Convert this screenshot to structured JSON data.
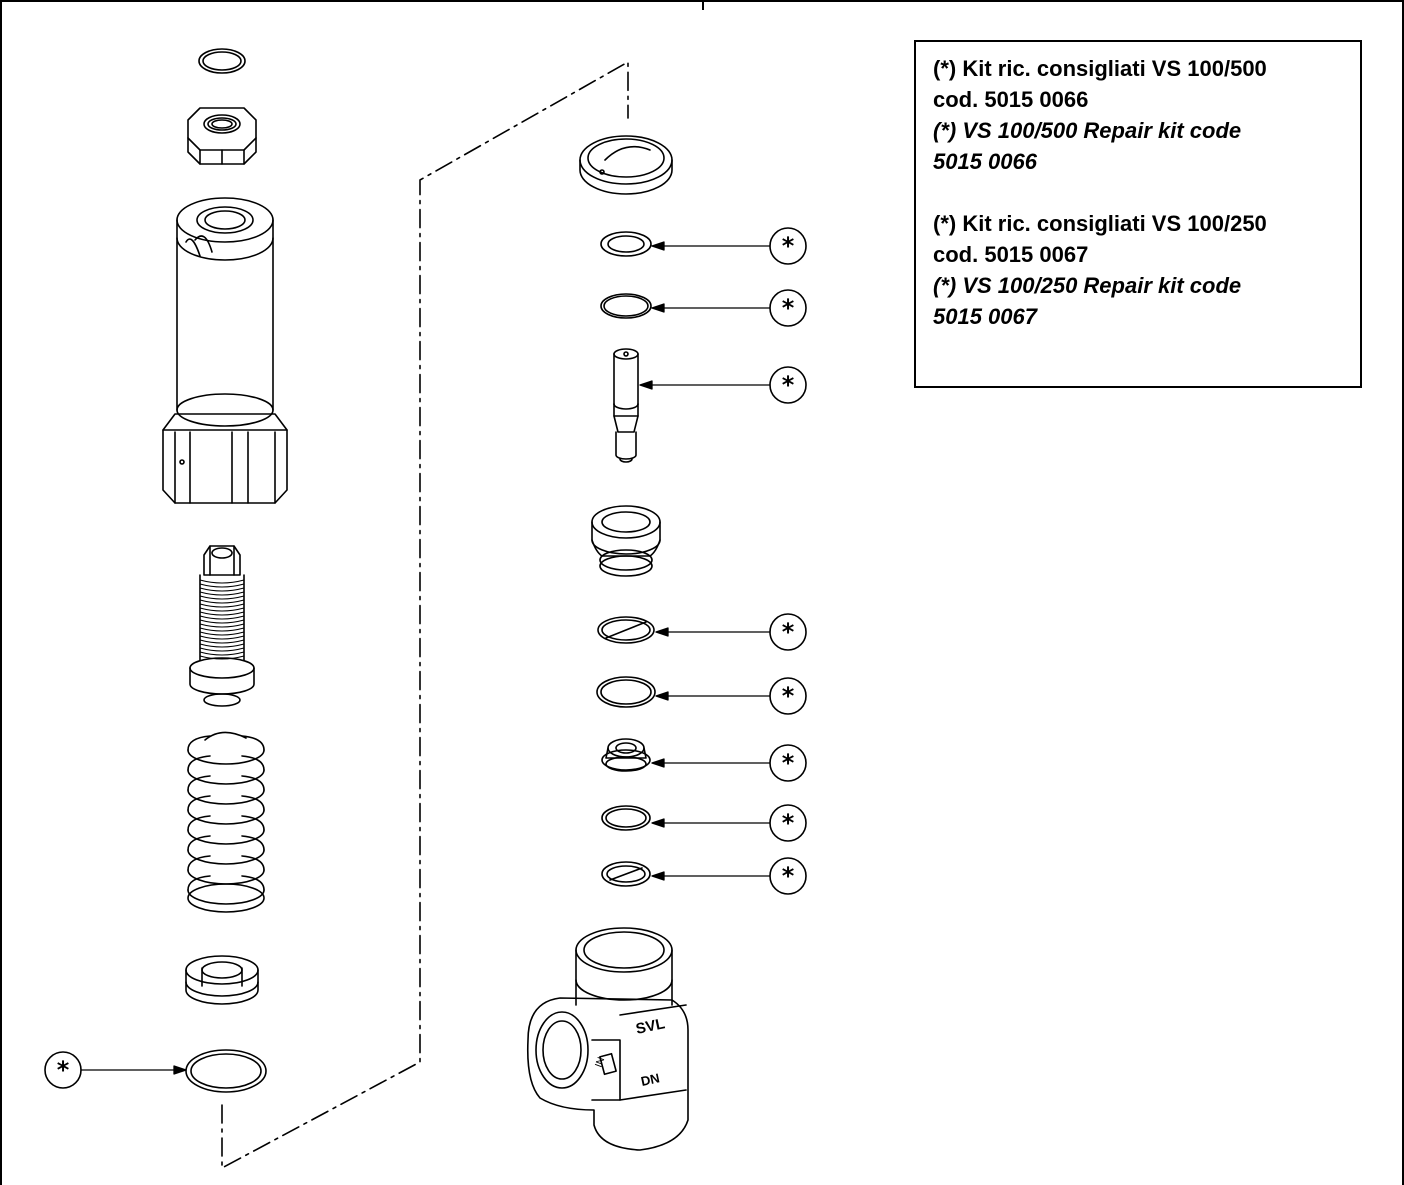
{
  "kit_note": {
    "kit_500_it": "(*) Kit ric. consigliati VS 100/500",
    "kit_500_code_it": "cod. 5015 0066",
    "kit_500_en_line1": "(*) VS 100/500 Repair kit code",
    "kit_500_en_line2": "5015 0066",
    "kit_250_it": "(*) Kit ric. consigliati VS 100/250",
    "kit_250_code_it": "cod. 5015 0067",
    "kit_250_en_line1": "(*) VS 100/250 Repair kit code",
    "kit_250_en_line2": "5015 0067"
  },
  "callout_symbol": "*",
  "valve_body_marking": "SVL",
  "valve_body_small_text": "IN",
  "valve_body_outlet_text": "DN",
  "colors": {
    "line": "#000000",
    "background": "#ffffff"
  }
}
